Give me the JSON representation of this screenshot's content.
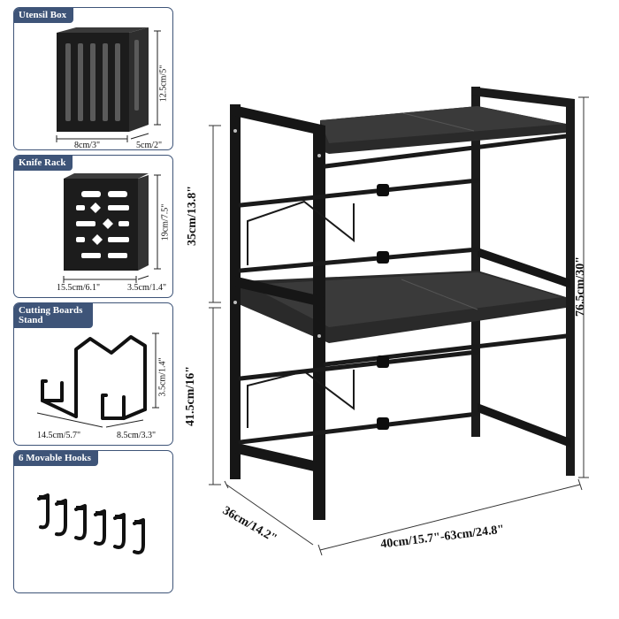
{
  "panels": {
    "utensil_box": {
      "title": "Utensil Box",
      "width": "8cm/3\"",
      "depth": "5cm/2\"",
      "height": "12.5cm/5\""
    },
    "knife_rack": {
      "title": "Knife Rack",
      "width": "15.5cm/6.1\"",
      "depth": "3.5cm/1.4\"",
      "height": "19cm/7.5\""
    },
    "cutting_boards_stand": {
      "title": "Cutting Boards Stand",
      "width": "14.5cm/5.7\"",
      "depth": "8.5cm/3.3\"",
      "height": "3.5cm/1.4\""
    },
    "movable_hooks": {
      "title": "6 Movable Hooks"
    }
  },
  "rack": {
    "upper_height": "35cm/13.8\"",
    "lower_height": "41.5cm/16\"",
    "total_height": "76.5cm/30\"",
    "depth": "36cm/14.2\"",
    "width": "40cm/15.7\"-63cm/24.8\""
  },
  "colors": {
    "panel_border": "#3e5478",
    "metal": "#1b1b1b",
    "shelf": "#2c2c2c"
  }
}
